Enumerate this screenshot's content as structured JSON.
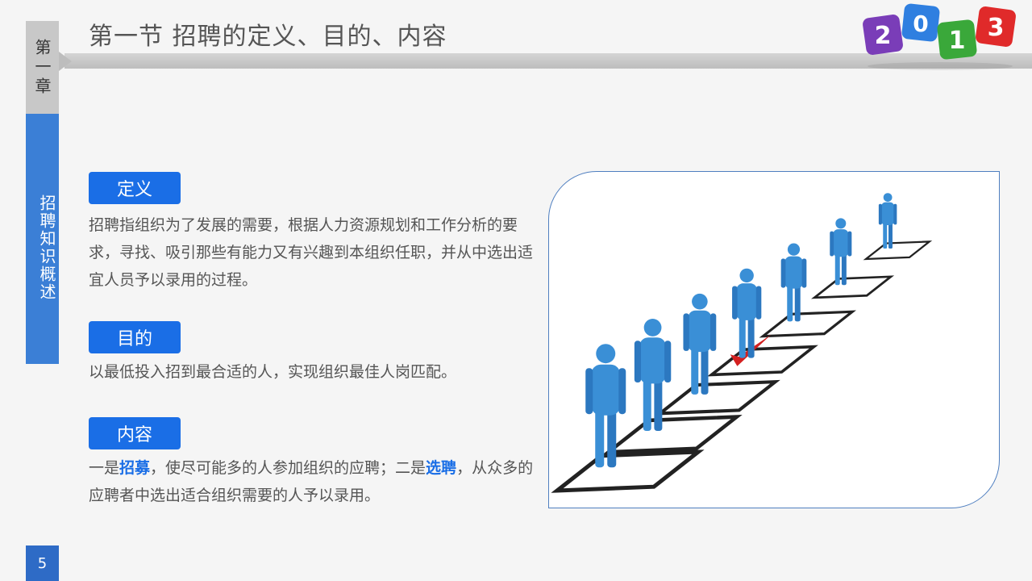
{
  "sidebar": {
    "chapter": "第一章",
    "section": "招聘知识概述",
    "page": "5"
  },
  "header": {
    "title": "第一节  招聘的定义、目的、内容",
    "logo": {
      "digits": [
        "2",
        "0",
        "1",
        "3"
      ],
      "colors": [
        "#7a3db8",
        "#2f7fe0",
        "#3aa83a",
        "#e02a2a"
      ]
    }
  },
  "sections": {
    "definition": {
      "label": "定义",
      "text": "招聘指组织为了发展的需要，根据人力资源规划和工作分析的要求，寻找、吸引那些有能力又有兴趣到本组织任职，并从中选出适宜人员予以录用的过程。"
    },
    "purpose": {
      "label": "目的",
      "text": "以最低投入招到最合适的人，实现组织最佳人岗匹配。"
    },
    "content": {
      "label": "内容",
      "part1": "一是",
      "highlight1": "招募",
      "part2": "，使尽可能多的人参加组织的应聘；二是",
      "highlight2": "选聘",
      "part3": "，从众多的应聘者中选出适合组织需要的人予以录用。"
    }
  },
  "illustration": {
    "figure_color": "#3a8fd6",
    "check_color": "#d42020"
  }
}
